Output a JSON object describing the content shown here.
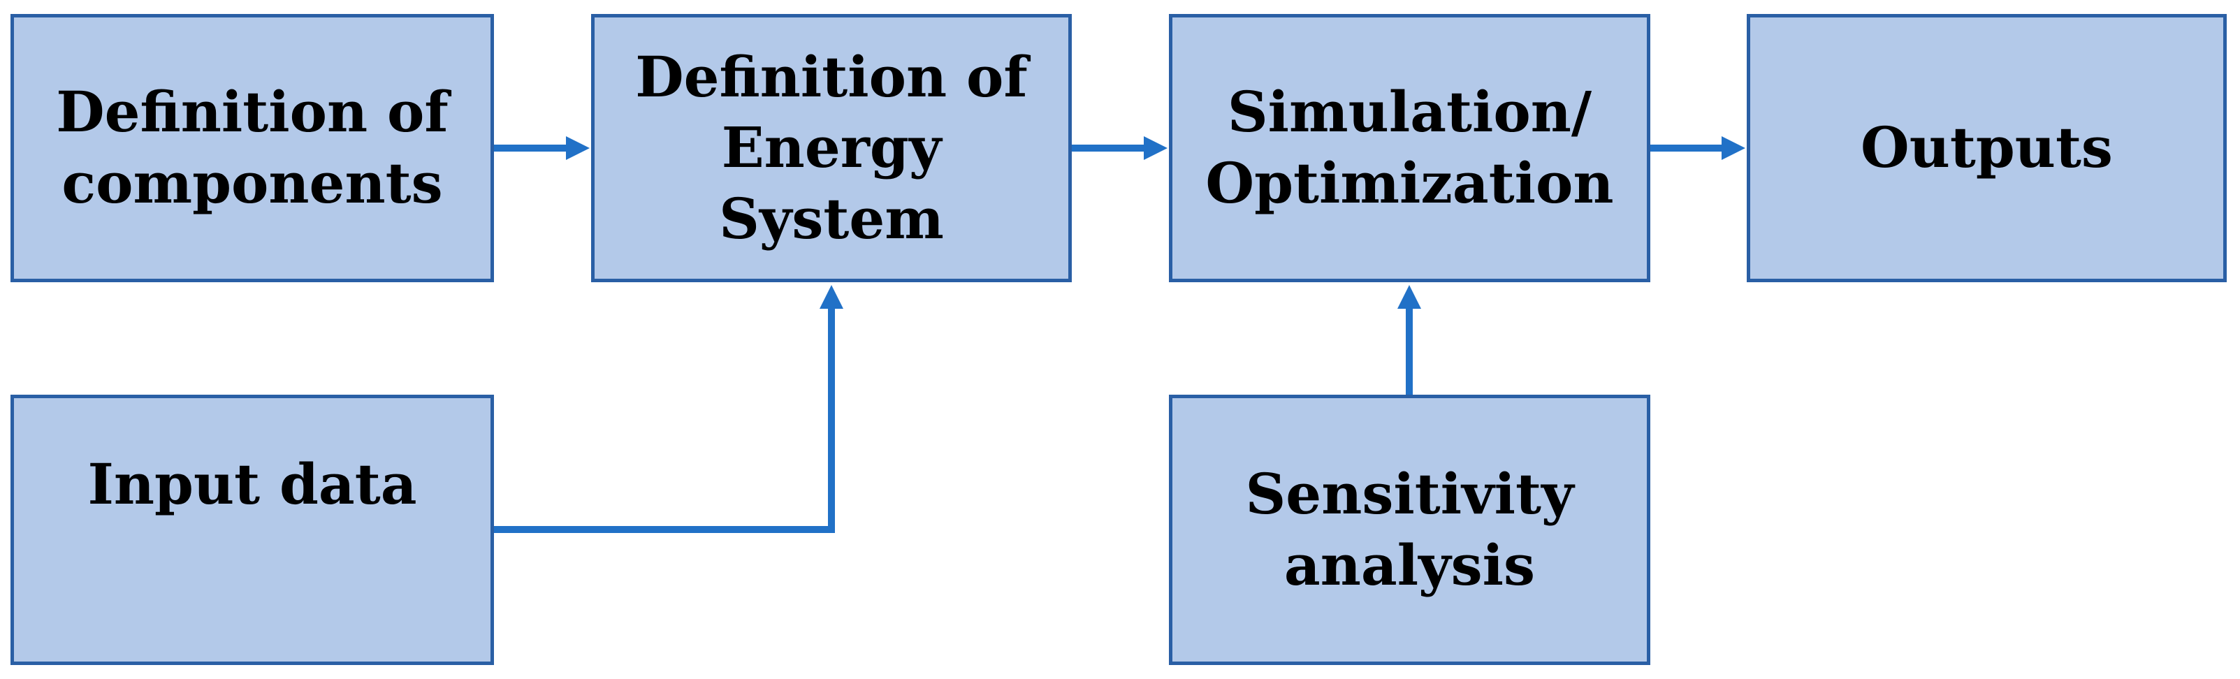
{
  "page": {
    "background": "#FFFFFF"
  },
  "diagram": {
    "type": "flowchart",
    "description": "Energy system modeling workflow",
    "colors": {
      "box_fill": "#B3C9E9",
      "box_border": "#2A5FA5",
      "connector": "#2171C7",
      "text": "#000000"
    },
    "boxes": [
      {
        "id": "definition-of-components",
        "label": "Definition of components",
        "lines": [
          "Definition of",
          "components"
        ]
      },
      {
        "id": "definition-of-energy-system",
        "label": "Definition of Energy System",
        "lines": [
          "Definition of",
          "Energy",
          "System"
        ]
      },
      {
        "id": "simulation-optimization",
        "label": "Simulation/Optimization",
        "lines": [
          "Simulation/",
          "Optimization"
        ]
      },
      {
        "id": "outputs",
        "label": "Outputs",
        "lines": [
          "Outputs"
        ]
      },
      {
        "id": "input-data",
        "label": "Input data",
        "lines": [
          "Input data"
        ]
      },
      {
        "id": "sensitivity-analysis",
        "label": "Sensitivity analysis",
        "lines": [
          "Sensitivity",
          "analysis"
        ]
      }
    ],
    "connections": [
      {
        "from": "definition-of-components",
        "to": "definition-of-energy-system",
        "shape": "straight-right"
      },
      {
        "from": "definition-of-energy-system",
        "to": "simulation-optimization",
        "shape": "straight-right"
      },
      {
        "from": "simulation-optimization",
        "to": "outputs",
        "shape": "straight-right"
      },
      {
        "from": "input-data",
        "to": "definition-of-energy-system",
        "shape": "elbow-right-then-up"
      },
      {
        "from": "sensitivity-analysis",
        "to": "simulation-optimization",
        "shape": "straight-up"
      }
    ]
  }
}
